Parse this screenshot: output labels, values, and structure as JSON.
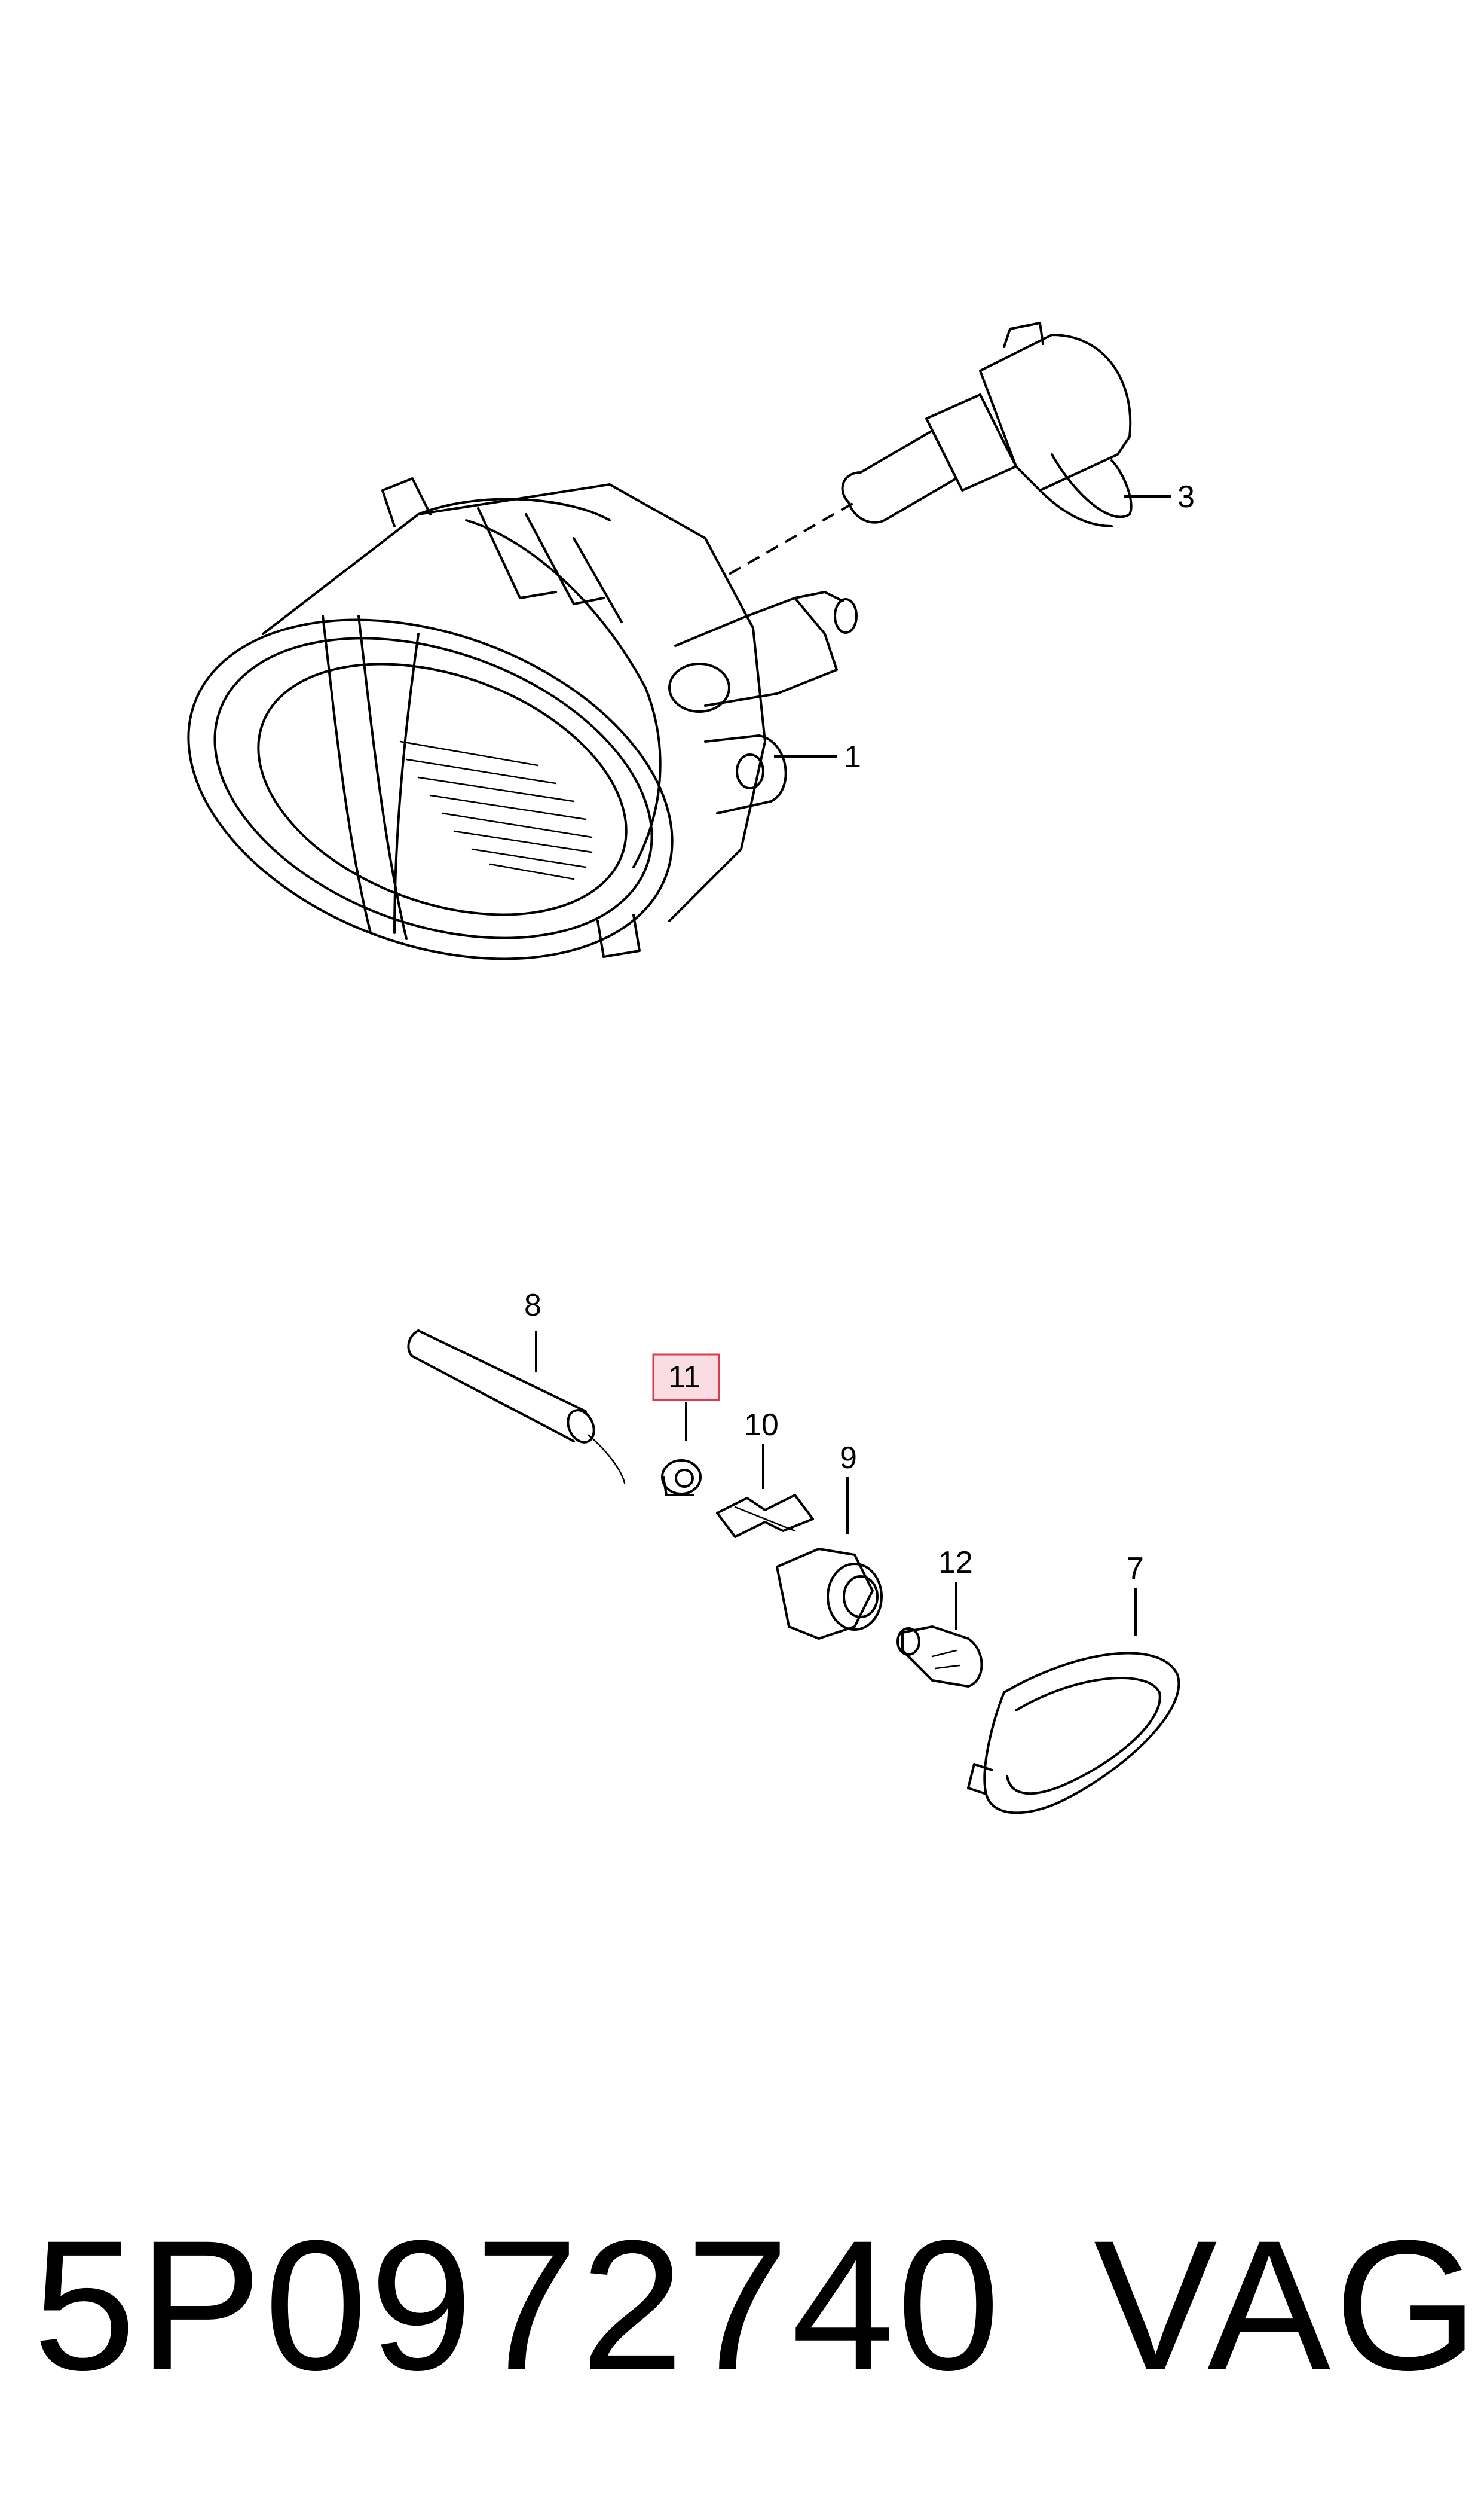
{
  "diagram": {
    "callouts": {
      "c1": "1",
      "c3": "3",
      "c7": "7",
      "c8": "8",
      "c9": "9",
      "c10": "10",
      "c11": "11",
      "c12": "12"
    },
    "highlighted_callout": "11",
    "highlight_color": "#f9dde3",
    "highlight_border": "#d9394f"
  },
  "footer": {
    "part_number": "5P0972740",
    "brand": "VAG"
  }
}
